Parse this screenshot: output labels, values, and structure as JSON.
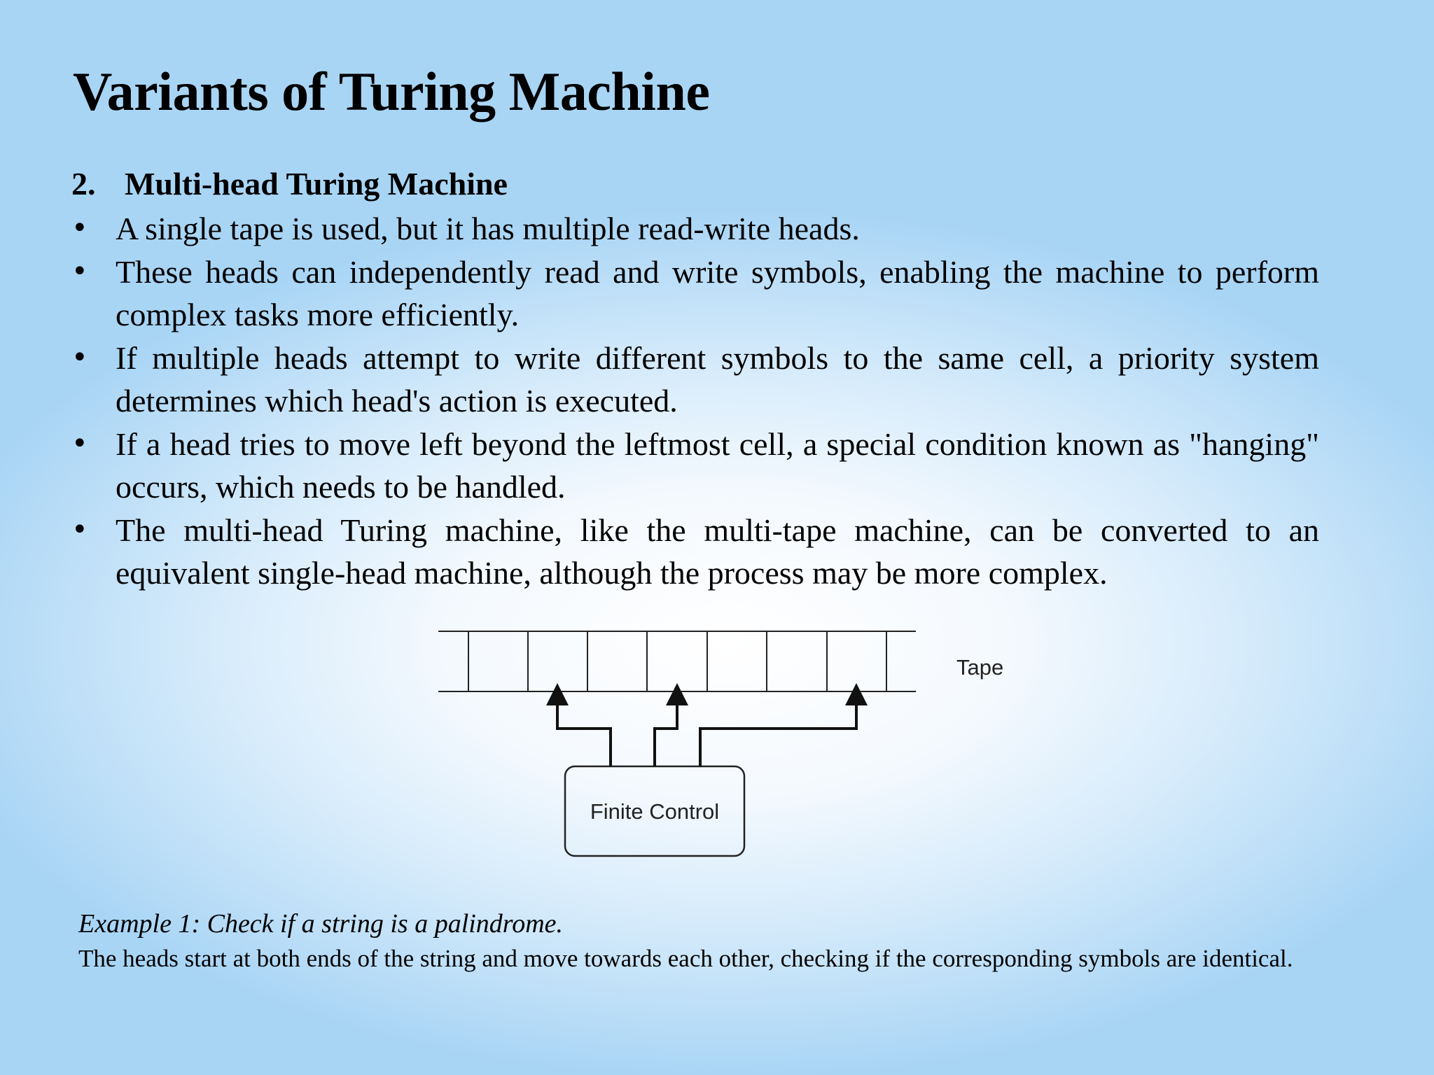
{
  "slide": {
    "title": "Variants of Turing Machine",
    "section_number": "2.",
    "section_title": "Multi-head Turing Machine",
    "bullet_marker": "•",
    "bullets": [
      "A single tape is used, but it has multiple read-write heads.",
      "These heads can independently read and write symbols, enabling the machine to perform complex tasks more efficiently.",
      "If multiple heads attempt to write different symbols to the same cell, a priority system determines which head's action is executed.",
      "If a head tries to move left beyond the leftmost cell, a special condition known as \"hanging\" occurs, which needs to be handled.",
      "The multi-head Turing machine, like the multi-tape machine, can be converted to an equivalent single-head machine, although the process may be more complex."
    ]
  },
  "diagram": {
    "tape_label": "Tape",
    "control_label": "Finite Control",
    "tape_cell_count": 7,
    "head_count": 3
  },
  "example": {
    "title": "Example 1: Check if a string is a palindrome.",
    "description": "The heads start at both ends of the string and move towards each other, checking if the corresponding symbols are identical."
  }
}
